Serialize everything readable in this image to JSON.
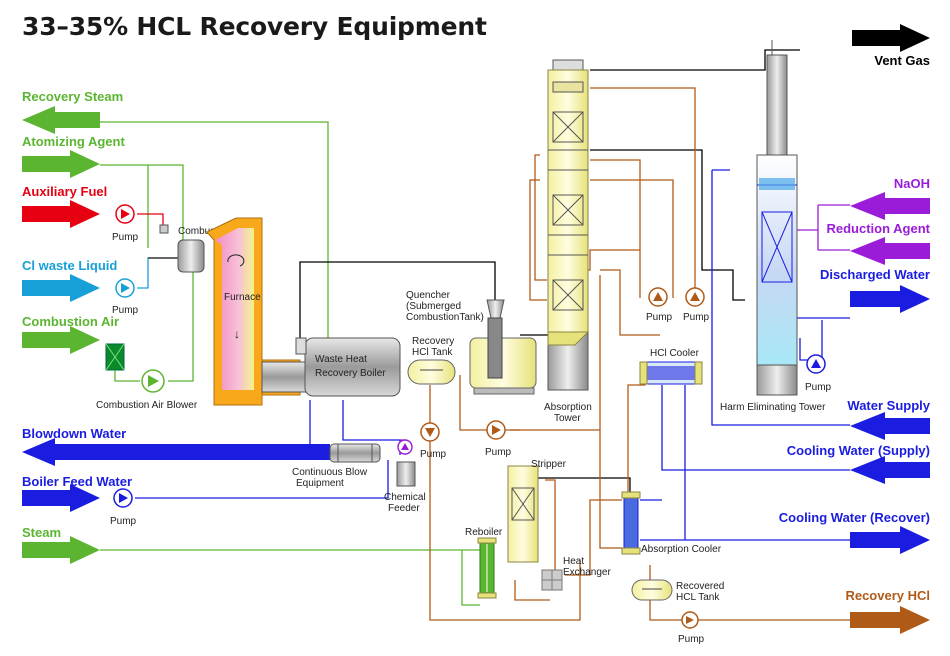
{
  "title": "33–35% HCL Recovery Equipment",
  "colors": {
    "green": "#5cb531",
    "red": "#e60012",
    "cyan": "#17a0d8",
    "blue": "#1a1ce0",
    "purple": "#9b1cd8",
    "brown": "#b05a18",
    "black": "#000000",
    "yellow": "#f2ef7a",
    "pink": "#f07cbc",
    "orange": "#f7a81b"
  },
  "streams": {
    "recovery_steam": "Recovery Steam",
    "atomizing_agent": "Atomizing Agent",
    "auxiliary_fuel": "Auxiliary Fuel",
    "cl_waste_liquid": "Cl waste Liquid",
    "combustion_air": "Combustion Air",
    "blowdown_water": "Blowdown Water",
    "boiler_feed_water": "Boiler Feed Water",
    "steam": "Steam",
    "vent_gas": "Vent Gas",
    "naoh": "NaOH",
    "reduction_agent": "Reduction Agent",
    "discharged_water": "Discharged Water",
    "water_supply": "Water Supply",
    "cooling_water_supply": "Cooling Water (Supply)",
    "cooling_water_recover": "Cooling Water (Recover)",
    "recovery_hcl": "Recovery HCl"
  },
  "equipment": {
    "pump": "Pump",
    "combustor": "Combustor",
    "furnace": "Furnace",
    "combustion_air_blower": "Combustion Air Blower",
    "waste_heat_boiler_1": "Waste Heat",
    "waste_heat_boiler_2": "Recovery Boiler",
    "quencher_1": "Quencher",
    "quencher_2": "(Submerged",
    "quencher_3": "CombustionTank)",
    "recovery_hcl_tank_1": "Recovery",
    "recovery_hcl_tank_2": "HCl Tank",
    "absorption_tower_1": "Absorption",
    "absorption_tower_2": "Tower",
    "hcl_cooler": "HCl Cooler",
    "harm_eliminating_tower": "Harm Eliminating Tower",
    "continuous_blow_1": "Continuous Blow",
    "continuous_blow_2": "Equipment",
    "chemical_feeder_1": "Chemical",
    "chemical_feeder_2": "Feeder",
    "stripper": "Stripper",
    "reboiler": "Reboiler",
    "heat_exchanger_1": "Heat",
    "heat_exchanger_2": "Exchanger",
    "absorption_cooler": "Absorption Cooler",
    "recovered_hcl_tank_1": "Recovered",
    "recovered_hcl_tank_2": "HCL Tank"
  }
}
